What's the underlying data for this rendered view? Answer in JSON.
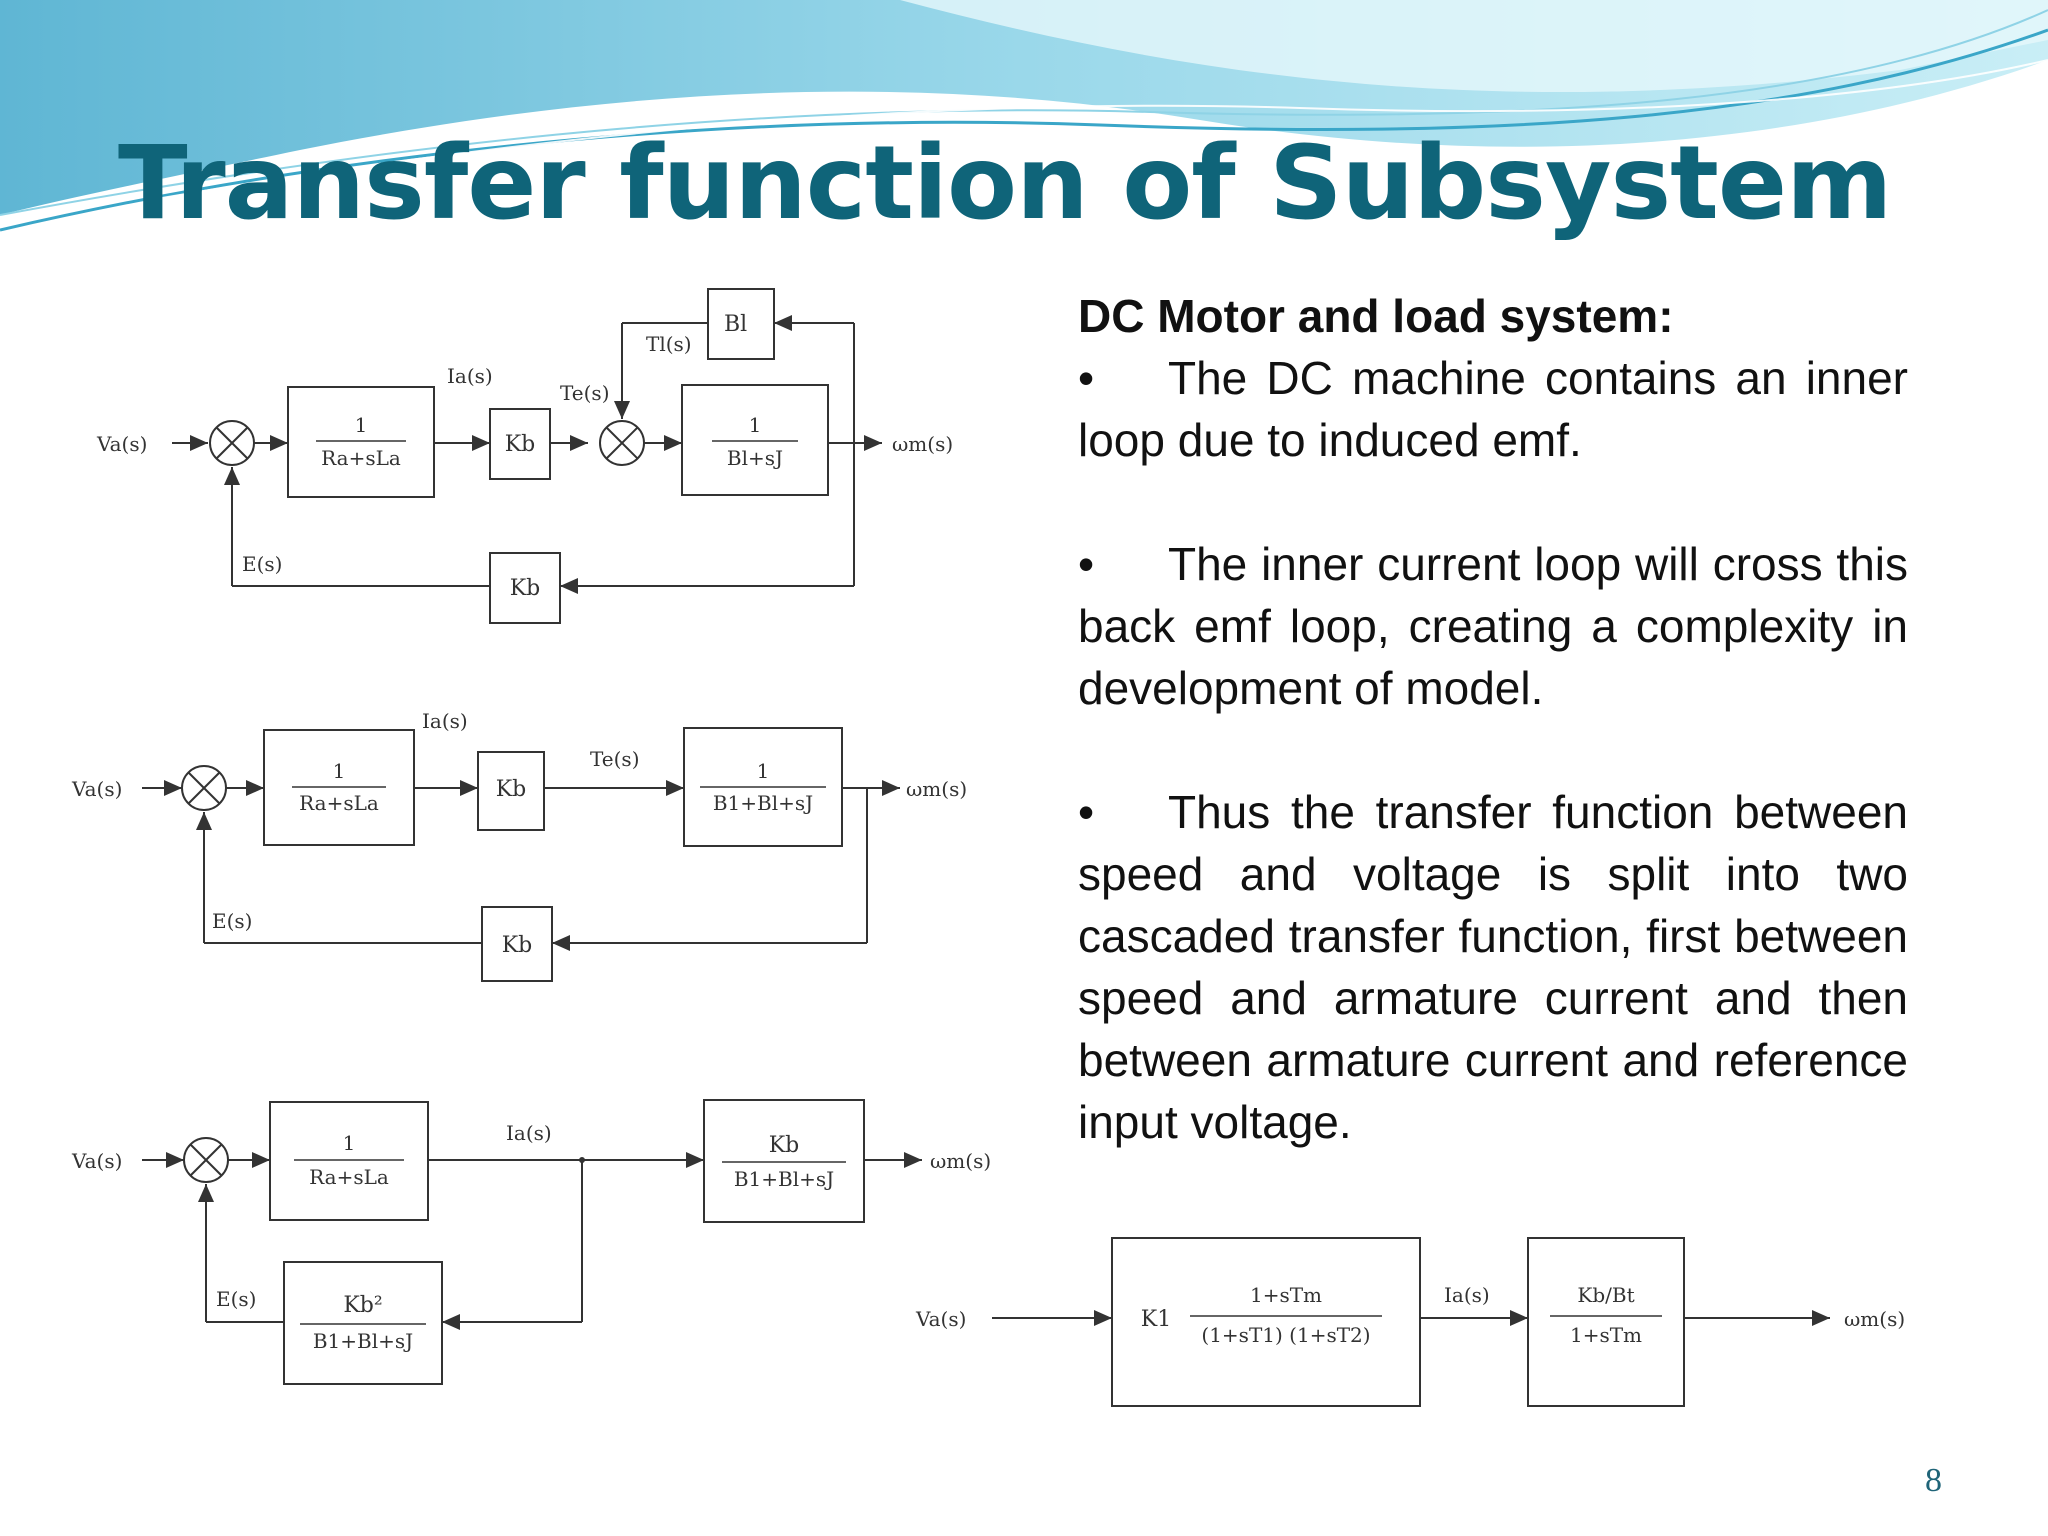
{
  "title": "Transfer function of Subsystem",
  "page_number": "8",
  "colors": {
    "title": "#0f6479",
    "text": "#111111",
    "wave_light": "#b8e4f0",
    "wave_dark": "#3aa6c8",
    "diagram_ink": "#333333"
  },
  "text_panel": {
    "heading": "DC Motor and load system:",
    "bullets": [
      "The DC machine contains an inner loop due to induced emf.",
      "The inner current loop will cross this back emf loop, creating a complexity in development of model.",
      "Thus the transfer function between speed and voltage is split into two cascaded transfer function, first between speed and armature current and then between armature current and reference input voltage."
    ],
    "bullet_glyph": "•"
  },
  "diagram1": {
    "va": "Va(s)",
    "ia": "Ia(s)",
    "te": "Te(s)",
    "tl": "Tl(s)",
    "bl": "Bl",
    "es": "E(s)",
    "wm": "ωm(s)",
    "g1_num": "1",
    "g1_den": "Ra+sLa",
    "kb1": "Kb",
    "g2_num": "1",
    "g2_den": "Bl+sJ",
    "kb2": "Kb"
  },
  "diagram2": {
    "va": "Va(s)",
    "ia": "Ia(s)",
    "te": "Te(s)",
    "es": "E(s)",
    "wm": "ωm(s)",
    "g1_num": "1",
    "g1_den": "Ra+sLa",
    "kb1": "Kb",
    "g2_num": "1",
    "g2_den": "B1+Bl+sJ",
    "kb2": "Kb"
  },
  "diagram3": {
    "va": "Va(s)",
    "ia": "Ia(s)",
    "es": "E(s)",
    "wm": "ωm(s)",
    "g1_num": "1",
    "g1_den": "Ra+sLa",
    "g2_num": "Kb",
    "g2_den": "B1+Bl+sJ",
    "fb_num": "Kb²",
    "fb_den": "B1+Bl+sJ"
  },
  "diagram4": {
    "va": "Va(s)",
    "ia": "Ia(s)",
    "wm": "ωm(s)",
    "k1": "K1",
    "g1_num": "1+sTm",
    "g1_den": "(1+sT1) (1+sT2)",
    "g2_num": "Kb/Bt",
    "g2_den": "1+sTm"
  }
}
